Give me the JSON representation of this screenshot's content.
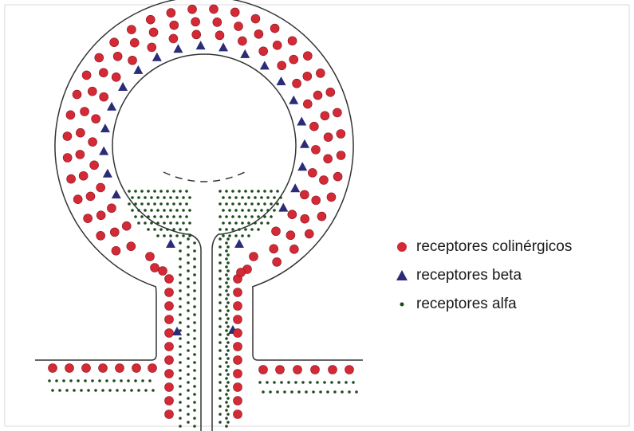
{
  "colors": {
    "cholinergic": "#d42a35",
    "beta": "#2b2c78",
    "alpha": "#1d4a1d",
    "outline": "#333333"
  },
  "legend": {
    "cholinergic": {
      "label": "receptores colinérgicos",
      "icon": "red-circle"
    },
    "beta": {
      "label": "receptores beta",
      "icon": "blue-triangle"
    },
    "alpha": {
      "label": "receptores alfa",
      "icon": "green-dot"
    }
  }
}
